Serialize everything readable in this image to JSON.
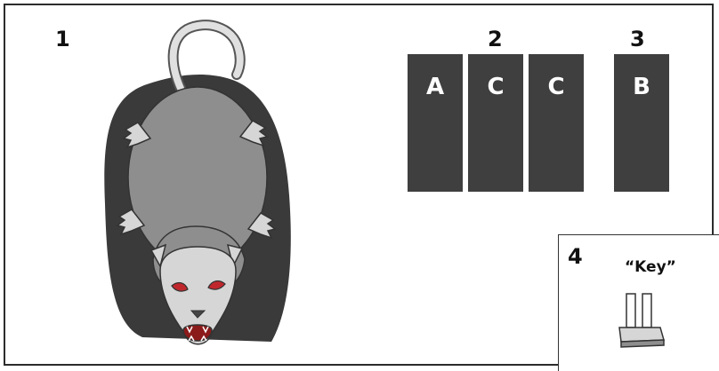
{
  "panels": {
    "p1": {
      "number": "1"
    },
    "p2": {
      "number": "2",
      "blocks": [
        "A",
        "C",
        "C"
      ]
    },
    "p3": {
      "number": "3",
      "blocks": [
        "B"
      ]
    },
    "p4": {
      "number": "4",
      "label": "“Key”"
    }
  },
  "colors": {
    "block": "#3f3f3f",
    "shadow": "#3a3a3a",
    "rat_body": "#8e8e8e",
    "rat_head": "#d6d6d6",
    "eyes": "#c0272d"
  }
}
